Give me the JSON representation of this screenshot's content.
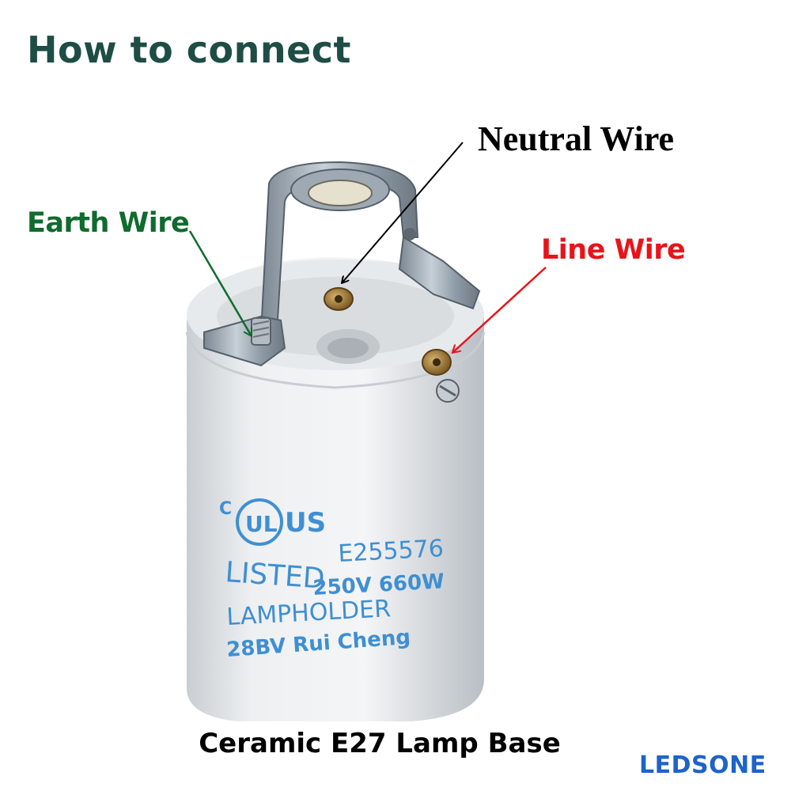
{
  "header": {
    "title": "How to connect"
  },
  "labels": {
    "neutral": "Neutral Wire",
    "earth": "Earth Wire",
    "line": "Line Wire"
  },
  "caption": "Ceramic E27 Lamp Base",
  "brand": "LEDSONE",
  "markings": {
    "cert_left": "C",
    "cert_mark": "UL",
    "cert_right": "US",
    "file_no": "E255576",
    "listed": "LISTED",
    "rating": "250V 660W",
    "product": "LAMPHOLDER",
    "maker": "28BV Rui Cheng"
  },
  "colors": {
    "title": "#1e4d45",
    "neutral": "#000000",
    "earth": "#0f6b2e",
    "line": "#e8141b",
    "caption": "#000000",
    "brand": "#1d63c8",
    "print": "#3f8fd2"
  }
}
